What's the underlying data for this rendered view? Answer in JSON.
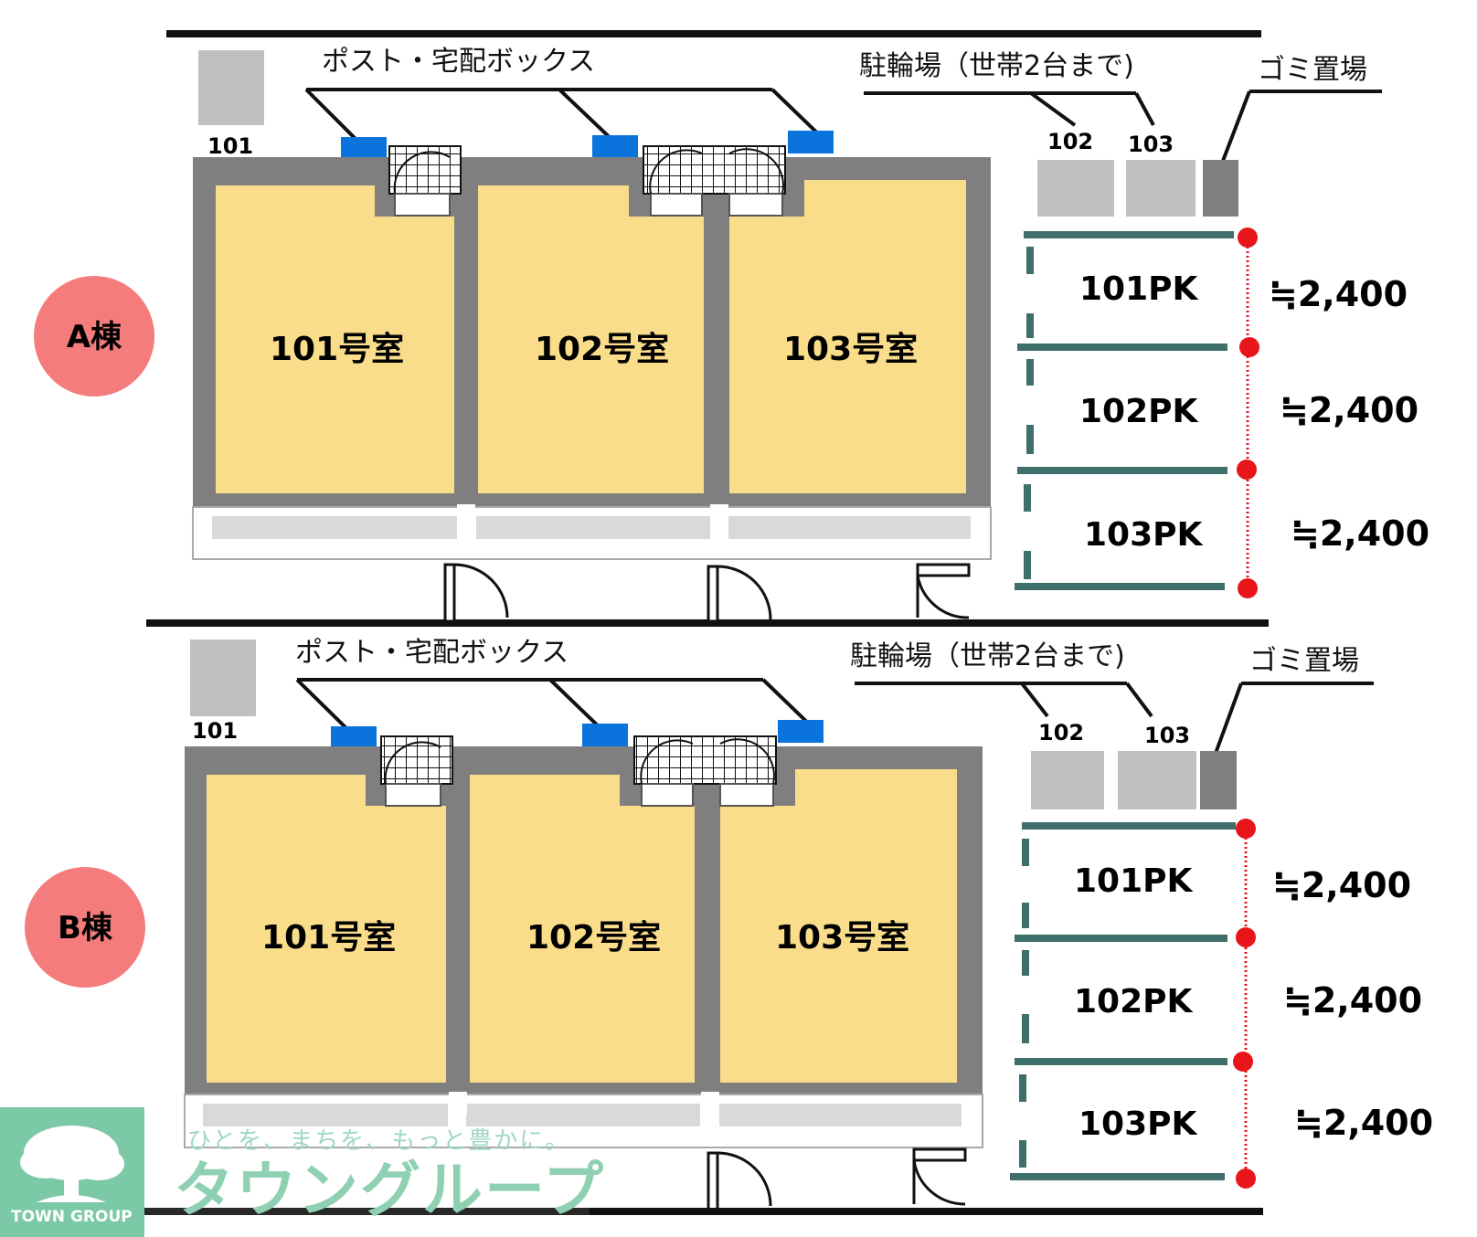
{
  "colors": {
    "room_fill": "#f9dd8a",
    "wall": "#7f7f7f",
    "mailbox": "#0a74dc",
    "parking_line": "#3f6f6a",
    "dim_dot": "#e8151b",
    "building_badge": "#f47c7c",
    "logo_bg": "#7cc9a8"
  },
  "buildings": [
    {
      "name": "A棟",
      "post_label": "ポスト・宅配ボックス",
      "bike_label": "駐輪場（世帯2台まで)",
      "garbage_label": "ゴミ置場",
      "bike_slots": [
        "102",
        "103"
      ],
      "ac_label": "101",
      "rooms": [
        "101号室",
        "102号室",
        "103号室"
      ],
      "parking": [
        {
          "name": "101PK",
          "width": "≒2,400"
        },
        {
          "name": "102PK",
          "width": "≒2,400"
        },
        {
          "name": "103PK",
          "width": "≒2,400"
        }
      ]
    },
    {
      "name": "B棟",
      "post_label": "ポスト・宅配ボックス",
      "bike_label": "駐輪場（世帯2台まで)",
      "garbage_label": "ゴミ置場",
      "bike_slots": [
        "102",
        "103"
      ],
      "ac_label": "101",
      "rooms": [
        "101号室",
        "102号室",
        "103号室"
      ],
      "parking": [
        {
          "name": "101PK",
          "width": "≒2,400"
        },
        {
          "name": "102PK",
          "width": "≒2,400"
        },
        {
          "name": "103PK",
          "width": "≒2,400"
        }
      ]
    }
  ],
  "watermark": {
    "slogan": "ひとを、まちを、もっと豊かに。",
    "brand": "タウングループ",
    "logo_text": "TOWN GROUP",
    "logo_icon": "tree-icon"
  }
}
